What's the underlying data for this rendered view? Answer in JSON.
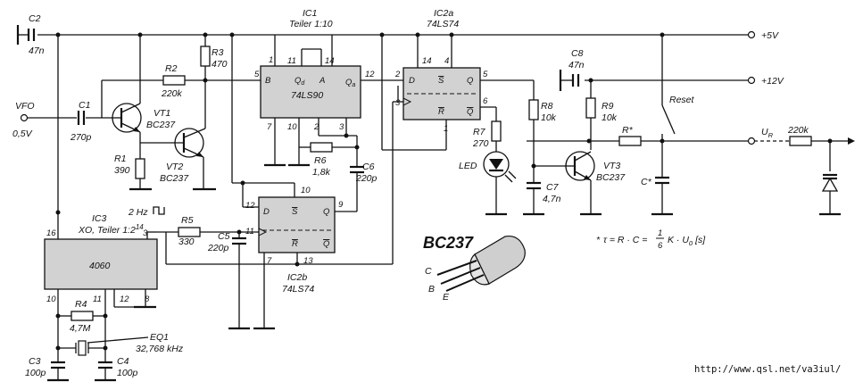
{
  "rails": {
    "v5": "+5V",
    "v12": "+12V",
    "ur": "U",
    "ur_sub": "R"
  },
  "vfo": {
    "name": "VFO",
    "voltage": "0,5V"
  },
  "parts": {
    "c1": {
      "ref": "C1",
      "value": "270p"
    },
    "c2": {
      "ref": "C2",
      "value": "47n"
    },
    "c3": {
      "ref": "C3",
      "value": "100p"
    },
    "c4": {
      "ref": "C4",
      "value": "100p"
    },
    "c5": {
      "ref": "C5",
      "value": "220p"
    },
    "c6": {
      "ref": "C6",
      "value": "220p"
    },
    "c7": {
      "ref": "C7",
      "value": "4,7n"
    },
    "c8": {
      "ref": "C8",
      "value": "47n"
    },
    "cstar": {
      "ref": "C*"
    },
    "r1": {
      "ref": "R1",
      "value": "390"
    },
    "r2": {
      "ref": "R2",
      "value": "220k"
    },
    "r3": {
      "ref": "R3",
      "value": "470"
    },
    "r4": {
      "ref": "R4",
      "value": "4,7M"
    },
    "r5": {
      "ref": "R5",
      "value": "330"
    },
    "r6": {
      "ref": "R6",
      "value": "1,8k"
    },
    "r7": {
      "ref": "R7",
      "value": "270"
    },
    "r8": {
      "ref": "R8",
      "value": "10k"
    },
    "r9": {
      "ref": "R9",
      "value": "10k"
    },
    "rstar": {
      "ref": "R*"
    },
    "r220k": {
      "value": "220k"
    },
    "vt1": {
      "ref": "VT1",
      "type": "BC237"
    },
    "vt2": {
      "ref": "VT2",
      "type": "BC237"
    },
    "vt3": {
      "ref": "VT3",
      "type": "BC237"
    },
    "eq1": {
      "ref": "EQ1",
      "freq": "32,768 kHz"
    },
    "led": {
      "ref": "LED"
    },
    "reset": {
      "label": "Reset"
    }
  },
  "ics": {
    "ic1": {
      "ref": "IC1",
      "desc": "Teiler 1:10",
      "name": "74LS90",
      "pins": {
        "b": "B",
        "qd": "Q",
        "qd_sub": "d",
        "a": "A",
        "qa": "Q",
        "qa_sub": "a",
        "p1": "1",
        "p5": "5",
        "p7": "7",
        "p10": "10",
        "p11": "11",
        "p14": "14",
        "p2": "2",
        "p3": "3",
        "p12": "12"
      }
    },
    "ic2a": {
      "ref": "IC2a",
      "name": "74LS74",
      "pins": {
        "d": "D",
        "s": "S",
        "q": "Q",
        "r": "R",
        "qn": "Q",
        "p2": "2",
        "p3": "3",
        "p14": "14",
        "p4": "4",
        "p5": "5",
        "p6": "6",
        "p1": "1"
      }
    },
    "ic2b": {
      "ref": "IC2b",
      "name": "74LS74",
      "pins": {
        "d": "D",
        "s": "S",
        "q": "Q",
        "r": "R",
        "qn": "Q",
        "p12": "12",
        "p11": "11",
        "p10": "10",
        "p9": "9",
        "p7": "7",
        "p13": "13"
      }
    },
    "ic3": {
      "ref": "IC3",
      "desc": "XO, Teiler 1:2",
      "desc_sup": "14",
      "name": "4060",
      "pins": {
        "p16": "16",
        "p3": "3",
        "p10": "10",
        "p11": "11",
        "p12": "12",
        "p8": "8"
      }
    }
  },
  "signal_2hz": "2 Hz",
  "transistor_pkg": {
    "name": "BC237",
    "c": "C",
    "b": "B",
    "e": "E"
  },
  "formula": {
    "star": "*",
    "tau": "τ = R · C =",
    "num": "1",
    "den": "6",
    "rest": "K · U",
    "sub0": "0",
    "unit": "[s]"
  },
  "url": "http://www.qsl.net/va3iul/"
}
